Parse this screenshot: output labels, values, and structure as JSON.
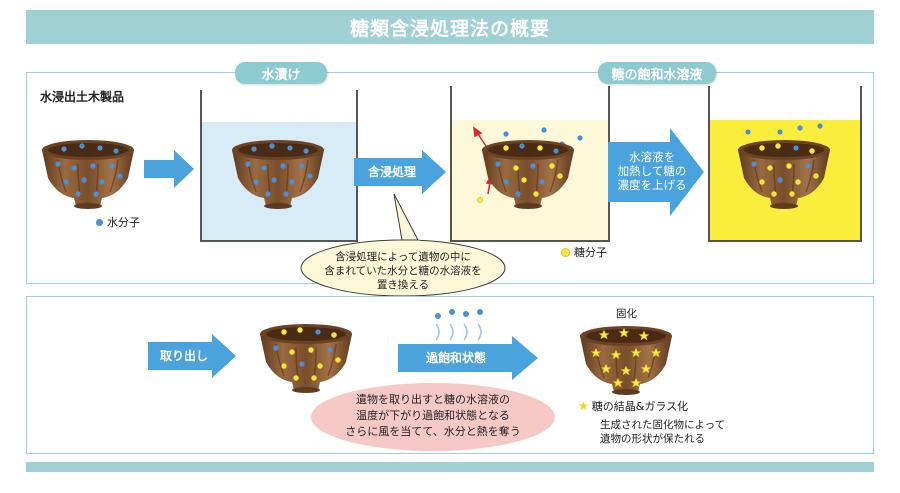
{
  "title": "糖類含浸処理法の概要",
  "top_panel": {
    "artifact_label": "水浸出土木製品",
    "water_legend": "水分子",
    "stage1_label": "水漬け",
    "stage2_label": "糖の飽和水溶液",
    "arrow_impregnation": "含浸処理",
    "arrow_heating_lines": [
      "水溶液を",
      "加熱して糖の",
      "濃度を上げる"
    ],
    "sugar_legend": "糖分子",
    "callout_lines": [
      "含浸処理によって遺物の中に",
      "含まれていた水分と糖の水溶液を",
      "置き換える"
    ]
  },
  "bottom_panel": {
    "arrow_takeout": "取り出し",
    "arrow_supersaturation": "過飽和状態",
    "callout_lines": [
      "遺物を取り出すと糖の水溶液の",
      "温度が下がり過飽和状態となる",
      "さらに風を当てて、水分と熱を奪う"
    ],
    "solidify_label": "固化",
    "crystal_legend": "糖の結晶&ガラス化",
    "result_lines": [
      "生成された固化物によって",
      "遺物の形状が保たれる"
    ]
  },
  "colors": {
    "accent": "#9fd1d4",
    "arrow": "#4aa3dc",
    "water_dot": "#4a90d9",
    "sugar_dot": "#f5e64a",
    "water_tank": "#d7ecf6",
    "light_syrup": "#fdf8d8",
    "saturated_syrup": "#fbed3c",
    "bowl": "#8a5a33"
  }
}
